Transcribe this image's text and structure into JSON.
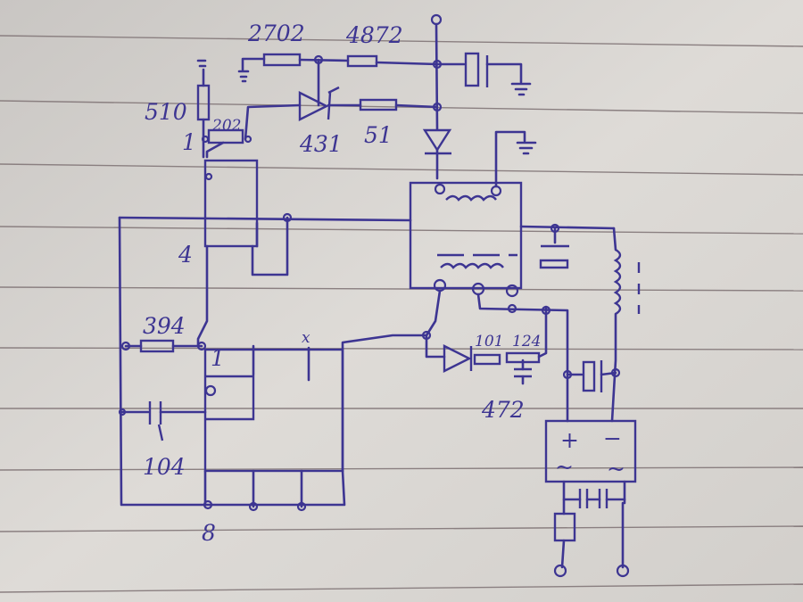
{
  "labels": {
    "r_2702": "2702",
    "r_4872": "4872",
    "r_510": "510",
    "r_202": "202",
    "pin_1_top": "1",
    "zener_431": "431",
    "r_51": "51",
    "pin_4": "4",
    "r_394": "394",
    "pin_1_ic": "1",
    "pin_x": "x",
    "r_101": "101",
    "r_124": "124",
    "c_472": "472",
    "c_104": "104",
    "pin_8": "8",
    "bridge_plus": "+",
    "bridge_minus": "−",
    "bridge_ac_left": "~",
    "bridge_ac_right": "~"
  },
  "colors": {
    "ink": "#3d3592",
    "paper": "#d9d6d2",
    "rule": "#8a7f80"
  }
}
